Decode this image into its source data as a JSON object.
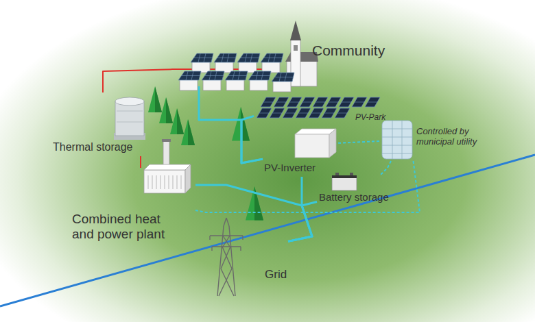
{
  "diagram": {
    "nodes": [
      {
        "text": [
          "Community"
        ]
      },
      {
        "text": [
          "PV-Park"
        ]
      },
      {
        "text": [
          "Controlled by municipal utility"
        ]
      },
      {
        "text": [
          "Thermal storage"
        ]
      },
      {
        "text": [
          "PV-Inverter"
        ]
      },
      {
        "text": [
          "Combined heat and power plant"
        ]
      },
      {
        "text": [
          "Battery storage"
        ]
      },
      {
        "text": [
          "Grid"
        ]
      }
    ],
    "edges": [
      {
        "from": 3,
        "to": 0,
        "arrow": "none"
      },
      {
        "from": 5,
        "to": 3,
        "arrow": "none"
      },
      {
        "from": 0,
        "to": 4,
        "arrow": "none"
      },
      {
        "from": 1,
        "to": 4,
        "arrow": "none"
      },
      {
        "from": 4,
        "to": 7,
        "arrow": "none"
      },
      {
        "from": 6,
        "to": 7,
        "arrow": "none"
      },
      {
        "from": 5,
        "to": 7,
        "arrow": "none"
      },
      {
        "from": 2,
        "to": 4,
        "arrow": "none"
      },
      {
        "from": 2,
        "to": 6,
        "arrow": "none"
      },
      {
        "from": 2,
        "to": 5,
        "arrow": "none"
      }
    ]
  }
}
